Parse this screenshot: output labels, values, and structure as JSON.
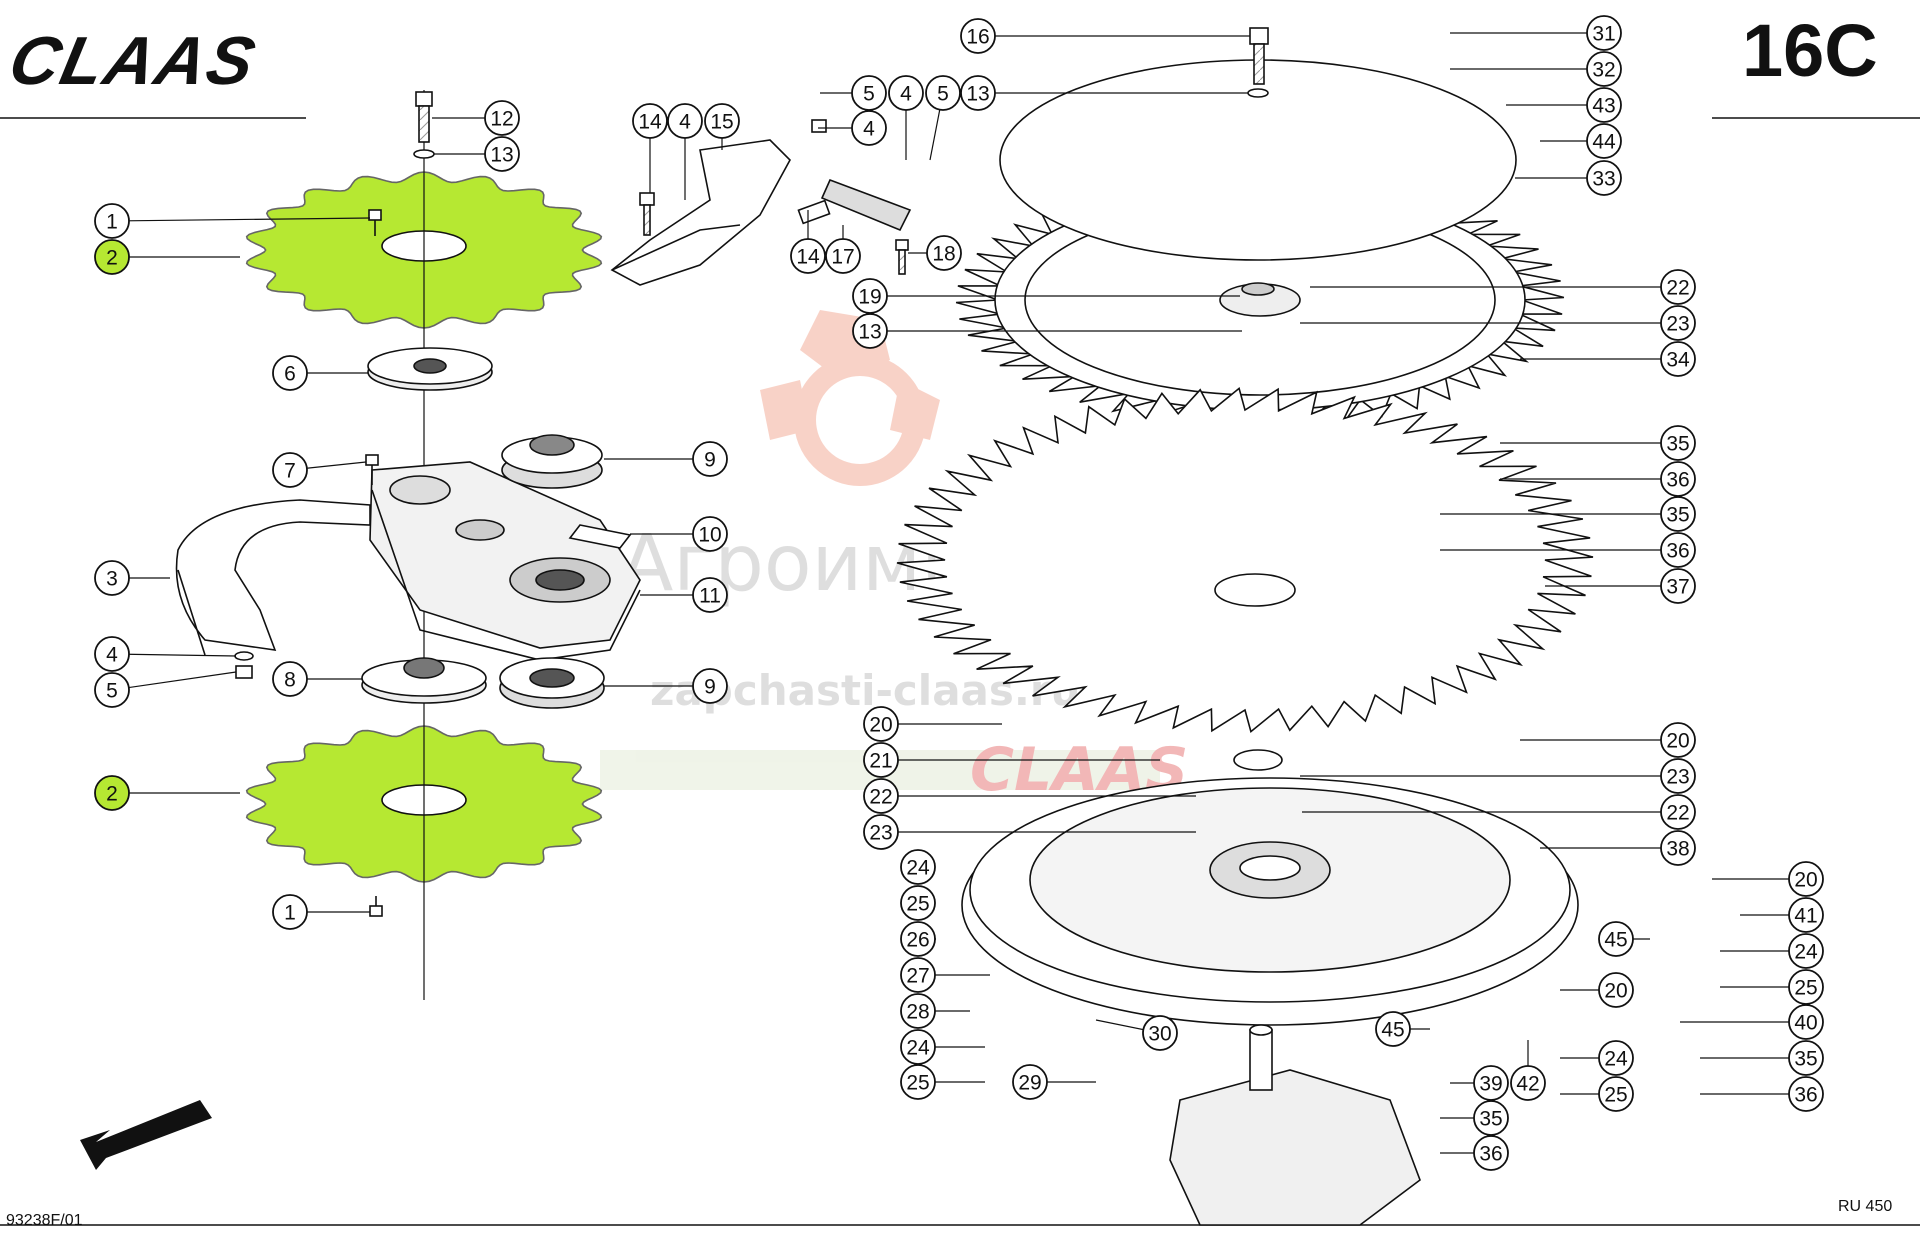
{
  "header": {
    "brand": "CLAAS",
    "page_code": "16C"
  },
  "footer": {
    "drawing_no": "93238F/01",
    "model": "RU 450"
  },
  "watermark": {
    "name": "Агроимпорт",
    "site": "zapchasti-claas.ru",
    "brand": "CLAAS"
  },
  "colors": {
    "highlight": "#b6e832",
    "line": "#111111",
    "watermark": "#e8603a"
  },
  "labels": [
    {
      "id": "l1a",
      "text": "1",
      "hl": false
    },
    {
      "id": "l2a",
      "text": "2",
      "hl": true
    },
    {
      "id": "l6",
      "text": "6",
      "hl": false
    },
    {
      "id": "l7",
      "text": "7",
      "hl": false
    },
    {
      "id": "l3",
      "text": "3",
      "hl": false
    },
    {
      "id": "l4a",
      "text": "4",
      "hl": false
    },
    {
      "id": "l5a",
      "text": "5",
      "hl": false
    },
    {
      "id": "l8",
      "text": "8",
      "hl": false
    },
    {
      "id": "l2b",
      "text": "2",
      "hl": true
    },
    {
      "id": "l1b",
      "text": "1",
      "hl": false
    },
    {
      "id": "l12",
      "text": "12",
      "hl": false
    },
    {
      "id": "l13a",
      "text": "13",
      "hl": false
    },
    {
      "id": "l9a",
      "text": "9",
      "hl": false
    },
    {
      "id": "l10",
      "text": "10",
      "hl": false
    },
    {
      "id": "l11",
      "text": "11",
      "hl": false
    },
    {
      "id": "l9b",
      "text": "9",
      "hl": false
    },
    {
      "id": "l14a",
      "text": "14",
      "hl": false
    },
    {
      "id": "l4b",
      "text": "4",
      "hl": false
    },
    {
      "id": "l15",
      "text": "15",
      "hl": false
    },
    {
      "id": "l5b",
      "text": "5",
      "hl": false
    },
    {
      "id": "l4c",
      "text": "4",
      "hl": false
    },
    {
      "id": "l4d",
      "text": "4",
      "hl": false
    },
    {
      "id": "l5c",
      "text": "5",
      "hl": false
    },
    {
      "id": "l14b",
      "text": "14",
      "hl": false
    },
    {
      "id": "l17",
      "text": "17",
      "hl": false
    },
    {
      "id": "l18",
      "text": "18",
      "hl": false
    },
    {
      "id": "l16",
      "text": "16",
      "hl": false
    },
    {
      "id": "l13b",
      "text": "13",
      "hl": false
    },
    {
      "id": "l19",
      "text": "19",
      "hl": false
    },
    {
      "id": "l13c",
      "text": "13",
      "hl": false
    },
    {
      "id": "l31",
      "text": "31",
      "hl": false
    },
    {
      "id": "l32",
      "text": "32",
      "hl": false
    },
    {
      "id": "l43",
      "text": "43",
      "hl": false
    },
    {
      "id": "l44",
      "text": "44",
      "hl": false
    },
    {
      "id": "l33",
      "text": "33",
      "hl": false
    },
    {
      "id": "l22a",
      "text": "22",
      "hl": false
    },
    {
      "id": "l23a",
      "text": "23",
      "hl": false
    },
    {
      "id": "l34",
      "text": "34",
      "hl": false
    },
    {
      "id": "l35a",
      "text": "35",
      "hl": false
    },
    {
      "id": "l36a",
      "text": "36",
      "hl": false
    },
    {
      "id": "l35b",
      "text": "35",
      "hl": false
    },
    {
      "id": "l36b",
      "text": "36",
      "hl": false
    },
    {
      "id": "l37",
      "text": "37",
      "hl": false
    },
    {
      "id": "l20a",
      "text": "20",
      "hl": false
    },
    {
      "id": "l21",
      "text": "21",
      "hl": false
    },
    {
      "id": "l22b",
      "text": "22",
      "hl": false
    },
    {
      "id": "l23b",
      "text": "23",
      "hl": false
    },
    {
      "id": "l24a",
      "text": "24",
      "hl": false
    },
    {
      "id": "l25a",
      "text": "25",
      "hl": false
    },
    {
      "id": "l26",
      "text": "26",
      "hl": false
    },
    {
      "id": "l27",
      "text": "27",
      "hl": false
    },
    {
      "id": "l28",
      "text": "28",
      "hl": false
    },
    {
      "id": "l24b",
      "text": "24",
      "hl": false
    },
    {
      "id": "l25b",
      "text": "25",
      "hl": false
    },
    {
      "id": "l29",
      "text": "29",
      "hl": false
    },
    {
      "id": "l30",
      "text": "30",
      "hl": false
    },
    {
      "id": "l20b",
      "text": "20",
      "hl": false
    },
    {
      "id": "l23c",
      "text": "23",
      "hl": false
    },
    {
      "id": "l22c",
      "text": "22",
      "hl": false
    },
    {
      "id": "l38",
      "text": "38",
      "hl": false
    },
    {
      "id": "l20c",
      "text": "20",
      "hl": false
    },
    {
      "id": "l41",
      "text": "41",
      "hl": false
    },
    {
      "id": "l45a",
      "text": "45",
      "hl": false
    },
    {
      "id": "l24c",
      "text": "24",
      "hl": false
    },
    {
      "id": "l25c",
      "text": "25",
      "hl": false
    },
    {
      "id": "l20d",
      "text": "20",
      "hl": false
    },
    {
      "id": "l40",
      "text": "40",
      "hl": false
    },
    {
      "id": "l45b",
      "text": "45",
      "hl": false
    },
    {
      "id": "l24d",
      "text": "24",
      "hl": false
    },
    {
      "id": "l35c",
      "text": "35",
      "hl": false
    },
    {
      "id": "l39",
      "text": "39",
      "hl": false
    },
    {
      "id": "l42",
      "text": "42",
      "hl": false
    },
    {
      "id": "l25d",
      "text": "25",
      "hl": false
    },
    {
      "id": "l36c",
      "text": "36",
      "hl": false
    },
    {
      "id": "l35d",
      "text": "35",
      "hl": false
    },
    {
      "id": "l36d",
      "text": "36",
      "hl": false
    }
  ]
}
